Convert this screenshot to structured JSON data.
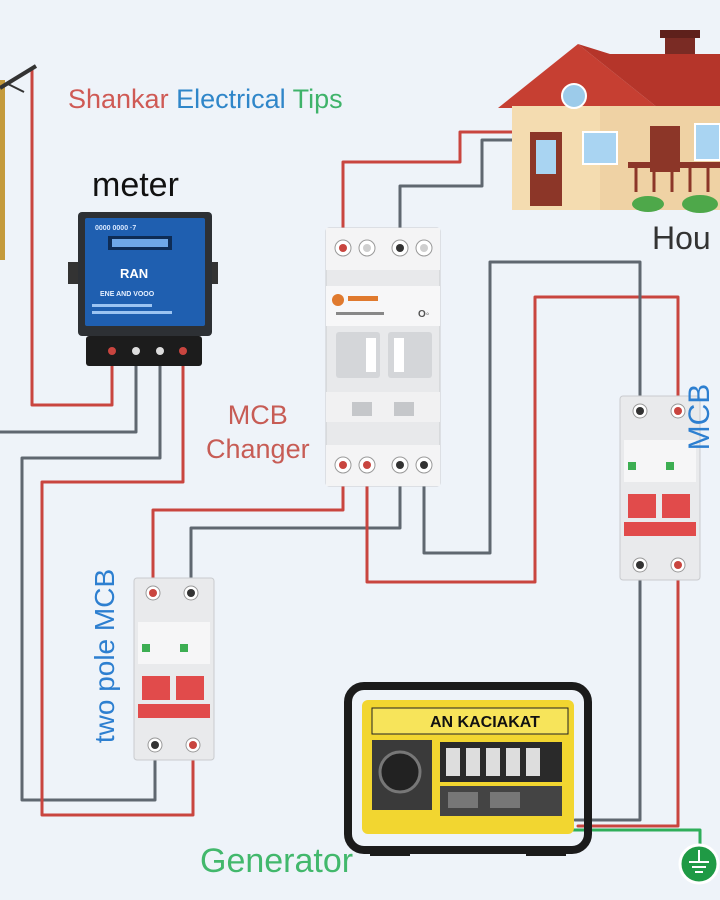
{
  "labels": {
    "brand_part1": "Shankar",
    "brand_part2": "Electrical",
    "brand_part3": "Tips",
    "meter": "meter",
    "house": "Hou",
    "mcb_changer_line1": "MCB",
    "mcb_changer_line2": "Changer",
    "two_pole_mcb": "two pole MCB",
    "right_mcb": "MCB",
    "generator": "Generator"
  },
  "generator_panel_text": "AN KACIAKAT",
  "colors": {
    "background": "#eef3f9",
    "live_wire": "#c9453f",
    "neutral_wire": "#5f6770",
    "brand_red": "#cf5a55",
    "brand_blue": "#2f86c9",
    "brand_green": "#3fb36a",
    "generator_yellow": "#f2d630",
    "meter_blue": "#1f5fb0",
    "roof_red": "#c63f32",
    "earth_green": "#1f9a45"
  },
  "icons": [
    "meter-icon",
    "house-icon",
    "changeover-switch-icon",
    "mcb-icon",
    "generator-icon",
    "earth-icon",
    "pole-icon"
  ]
}
